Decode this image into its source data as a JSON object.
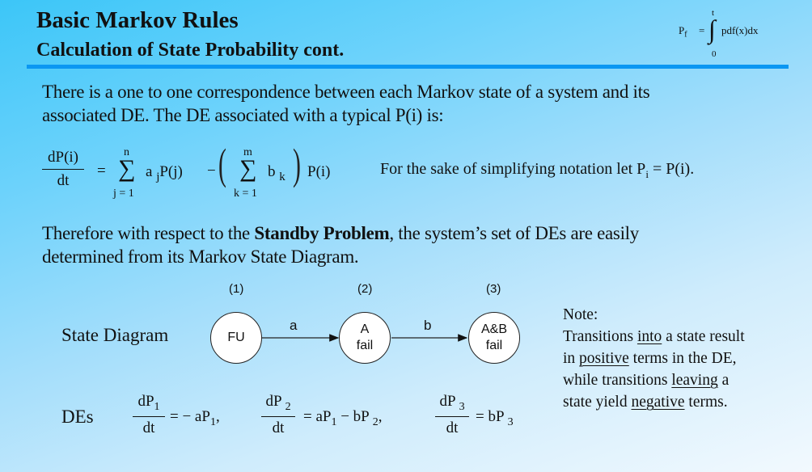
{
  "header": {
    "title": "Basic Markov Rules",
    "subtitle": "Calculation of State Probability cont.",
    "formula": {
      "lhs": "P",
      "lhs_sub": "f",
      "equals": "=",
      "integral": "∫",
      "upper": "t",
      "lower": "0",
      "integrand": "pdf(x)dx"
    },
    "rule_color": "#0b97f2"
  },
  "intro": {
    "line1": "There is a one to one correspondence between each Markov state of a system and its",
    "line2": "associated DE. The DE associated with a typical P(i) is:"
  },
  "general_de": {
    "num": "dP(i)",
    "den": "dt",
    "equals": "=",
    "sum1_top": "n",
    "sum1_bottom": "j = 1",
    "term1": "a",
    "term1_sub": "j",
    "term1_rest": "P(j)",
    "minus": "−",
    "sum2_top": "m",
    "sum2_bottom": "k = 1",
    "term2": "b",
    "term2_sub": "k",
    "term3": "P(i)",
    "sigma": "∑"
  },
  "notation_note": {
    "text": "For the sake of simplifying notation let P",
    "sub": "i",
    "rest": " = P(i)."
  },
  "standby": {
    "before": "Therefore with respect to the ",
    "bold": "Standby Problem",
    "after": ", the system’s set of DEs are easily",
    "line2": "determined from its Markov State Diagram."
  },
  "diagram": {
    "label": "State Diagram",
    "states": [
      {
        "index": "(1)",
        "line1": "FU",
        "line2": ""
      },
      {
        "index": "(2)",
        "line1": "A",
        "line2": "fail"
      },
      {
        "index": "(3)",
        "line1": "A&B",
        "line2": "fail"
      }
    ],
    "transitions": [
      {
        "from": 1,
        "to": 2,
        "label": "a"
      },
      {
        "from": 2,
        "to": 3,
        "label": "b"
      }
    ]
  },
  "note": {
    "heading": "Note:",
    "l1a": "Transitions ",
    "l1u": "into",
    "l1b": " a state result",
    "l2a": "in ",
    "l2u": "positive",
    "l2b": " terms in the DE,",
    "l3a": "while transitions ",
    "l3u": "leaving",
    "l3b": " a",
    "l4a": "state yield ",
    "l4u": "negative",
    "l4b": " terms."
  },
  "des": {
    "label": "DEs",
    "eq1": {
      "num": "dP",
      "num_sub": "1",
      "den": "dt",
      "rhs": "= − aP",
      "rhs_sub": "1",
      "tail": ","
    },
    "eq2": {
      "num": "dP",
      "num_sub": "2",
      "den": "dt",
      "rhs": "= aP",
      "rhs_sub": "1",
      "rhs2": " − bP",
      "rhs2_sub": "2",
      "tail": ","
    },
    "eq3": {
      "num": "dP",
      "num_sub": "3",
      "den": "dt",
      "rhs": "= bP",
      "rhs_sub": "3",
      "tail": ""
    }
  }
}
